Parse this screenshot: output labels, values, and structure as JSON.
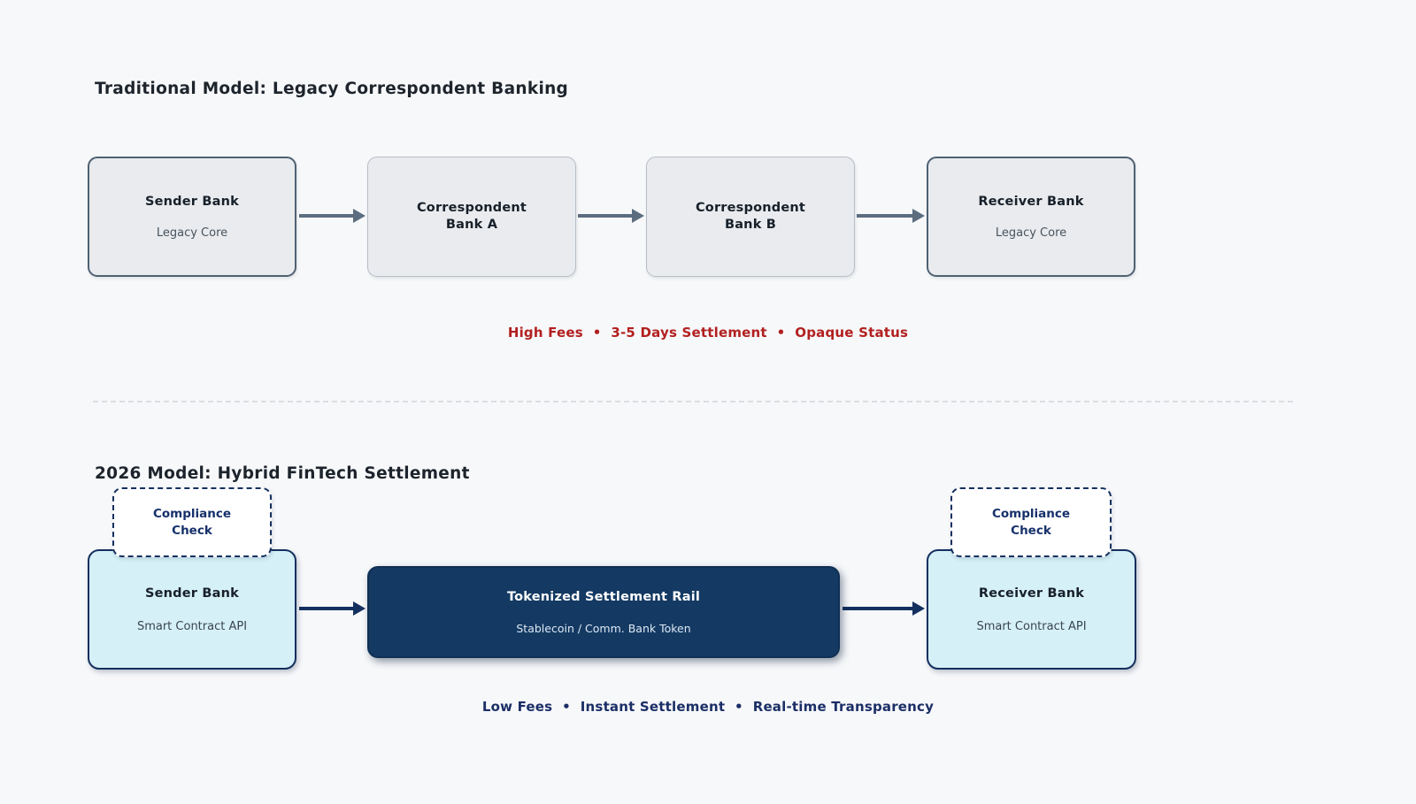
{
  "colors": {
    "background": "#f7f8fa",
    "legacy_fill": "#e9ebee",
    "legacy_border_strong": "#4f6173",
    "legacy_border_light": "#b7bec7",
    "legacy_arrow": "#5b6d7f",
    "legacy_caption": "#b22020",
    "navy": "#14305f",
    "cyan_fill": "#d6f0f7",
    "rail_fill": "#143a63",
    "modern_caption": "#1b2f66"
  },
  "legacy_section": {
    "title": "Traditional Model: Legacy Correspondent Banking",
    "nodes": [
      {
        "name": "Sender Bank",
        "subtitle": "Legacy Core"
      },
      {
        "name": "Correspondent\nBank A"
      },
      {
        "name": "Correspondent\nBank B"
      },
      {
        "name": "Receiver Bank",
        "subtitle": "Legacy Core"
      }
    ],
    "caption": "High Fees  •  3-5 Days Settlement  •  Opaque Status"
  },
  "modern_section": {
    "title": "2026 Model: Hybrid FinTech Settlement",
    "compliance_left": "Compliance\nCheck",
    "compliance_right": "Compliance\nCheck",
    "sender": {
      "name": "Sender Bank",
      "subtitle": "Smart Contract API"
    },
    "rail": {
      "name": "Tokenized Settlement Rail",
      "subtitle": "Stablecoin / Comm. Bank Token"
    },
    "receiver": {
      "name": "Receiver Bank",
      "subtitle": "Smart Contract API"
    },
    "caption": "Low Fees  •  Instant Settlement  •  Real-time Transparency"
  }
}
